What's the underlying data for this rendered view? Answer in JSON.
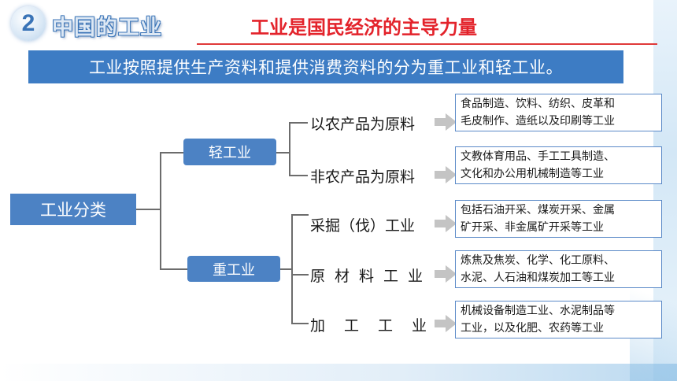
{
  "header": {
    "badge_number": "2",
    "section_title": "中国的工业",
    "main_title": "工业是国民经济的主导力量"
  },
  "subtitle": "工业按照提供生产资料和提供消费资料的分为重工业和轻工业。",
  "tree": {
    "root": "工业分类",
    "light": {
      "label": "轻工业",
      "branches": [
        {
          "label": "以农产品为原料",
          "desc": [
            "食品制造、饮料、纺织、皮革和",
            "毛皮制作、造纸以及印刷等工业"
          ]
        },
        {
          "label": "非农产品为原料",
          "desc": [
            "文教体育用品、手工工具制造、",
            "文化和办公用机械制造等工业"
          ]
        }
      ]
    },
    "heavy": {
      "label": "重工业",
      "branches": [
        {
          "label": "采掘（伐）工业",
          "desc": [
            "包括石油开采、煤炭开采、金属",
            "矿开采、非金属矿开采等工业"
          ]
        },
        {
          "label": "原材料工业",
          "desc": [
            "炼焦及焦炭、化学、化工原料、",
            "水泥、人石油和煤炭加工等工业"
          ]
        },
        {
          "label": "加工工业",
          "desc": [
            "机械设备制造工业、水泥制品等",
            "工业，以及化肥、农药等工业"
          ]
        }
      ]
    }
  },
  "colors": {
    "box_blue": "#4c82c4",
    "title_red": "#e3232b",
    "connector_gray": "#6c6c6c"
  }
}
